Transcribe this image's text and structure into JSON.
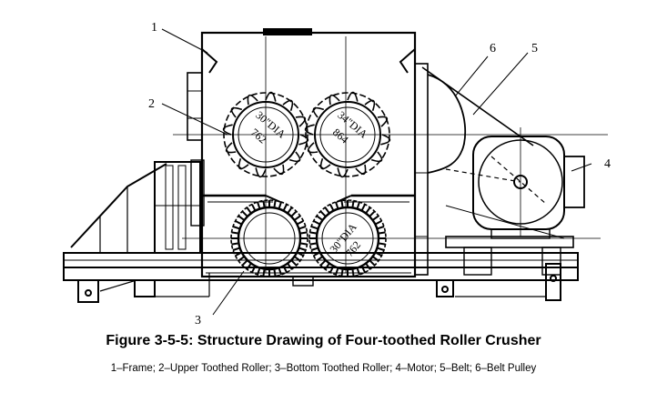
{
  "labels": {
    "frame": "1",
    "upper_roller": "2",
    "bottom_roller": "3",
    "motor": "4",
    "belt": "5",
    "belt_pulley": "6"
  },
  "roller_marks": {
    "upper_left_a": "30\"DIA",
    "upper_left_b": "762",
    "upper_right_a": "34\"DIA",
    "upper_right_b": "864",
    "bottom_right_a": "30\"DIA",
    "bottom_right_b": "762"
  },
  "caption": {
    "title": "Figure 3-5-5: Structure Drawing of Four-toothed Roller Crusher",
    "legend": "1–Frame;  2–Upper Toothed Roller;  3–Bottom Toothed Roller;  4–Motor;  5–Belt;  6–Belt Pulley"
  }
}
